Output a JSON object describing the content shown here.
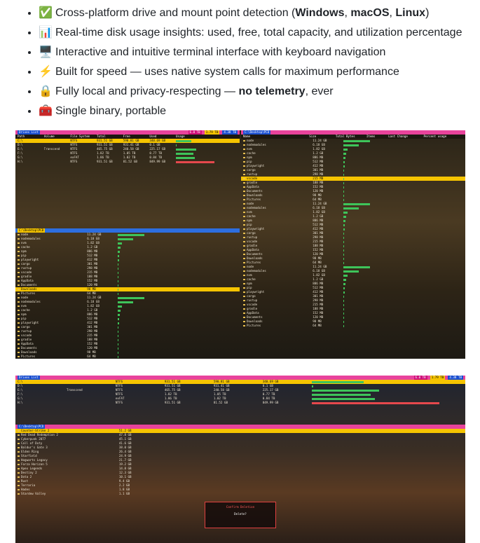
{
  "features": [
    {
      "emoji": "✅",
      "icon": "check-mark-icon",
      "parts": [
        {
          "t": "Cross-platform drive and mount point detection (",
          "b": false
        },
        {
          "t": "Windows",
          "b": true
        },
        {
          "t": ", ",
          "b": false
        },
        {
          "t": "macOS",
          "b": true
        },
        {
          "t": ", ",
          "b": false
        },
        {
          "t": "Linux",
          "b": true
        },
        {
          "t": ")",
          "b": false
        }
      ]
    },
    {
      "emoji": "📊",
      "icon": "bar-chart-icon",
      "parts": [
        {
          "t": "Real-time disk usage insights: used, free, total capacity, and utilization percentage",
          "b": false
        }
      ]
    },
    {
      "emoji": "🖥️",
      "icon": "desktop-computer-icon",
      "parts": [
        {
          "t": "Interactive and intuitive terminal interface with keyboard navigation",
          "b": false
        }
      ]
    },
    {
      "emoji": "⚡",
      "icon": "lightning-icon",
      "parts": [
        {
          "t": "Built for speed — uses native system calls for maximum performance",
          "b": false
        }
      ]
    },
    {
      "emoji": "🔒",
      "icon": "lock-icon",
      "parts": [
        {
          "t": "Fully local and privacy-respecting — ",
          "b": false
        },
        {
          "t": "no telemetry",
          "b": true
        },
        {
          "t": ", ever",
          "b": false
        }
      ]
    },
    {
      "emoji": "🧰",
      "icon": "toolbox-icon",
      "parts": [
        {
          "t": "Single binary, portable",
          "b": false
        }
      ]
    }
  ],
  "screenshot1": {
    "left_bar": "Drives List",
    "right_bar": "C:\\Desktop\\PCD",
    "status": [
      "6.0 TB",
      "1.79 TB",
      "4.38 TB"
    ],
    "drive_cols": [
      "Path",
      "Volume",
      "File System",
      "Total",
      "Free",
      "Used",
      "Usage"
    ],
    "drives": [
      {
        "path": "C:\\",
        "name": "",
        "fs": "NTFS",
        "total": "931.51 GB",
        "free": "590.81 GB",
        "used": "340.69 GB",
        "pct": 0.37
      },
      {
        "path": "D:\\",
        "name": "",
        "fs": "NTFS",
        "total": "931.51 GB",
        "free": "931.41 GB",
        "used": "0.1 GB",
        "pct": 0.01
      },
      {
        "path": "E:\\",
        "name": "Transcend",
        "fs": "NTFS",
        "total": "465.75 GB",
        "free": "240.58 GB",
        "used": "225.17 GB",
        "pct": 0.48
      },
      {
        "path": "F:\\",
        "name": "",
        "fs": "NTFS",
        "total": "1.82 TB",
        "free": "1.05 TB",
        "used": "0.77 TB",
        "pct": 0.42
      },
      {
        "path": "G:\\",
        "name": "",
        "fs": "exFAT",
        "total": "1.86 TB",
        "free": "1.02 TB",
        "used": "0.84 TB",
        "pct": 0.45
      },
      {
        "path": "H:\\",
        "name": "",
        "fs": "NTFS",
        "total": "931.51 GB",
        "free": "81.52 GB",
        "used": "849.99 GB",
        "pct": 0.91
      }
    ],
    "folder_cols": [
      "Name",
      "Size",
      "Total Bytes",
      "Items",
      "Last Change",
      "Percent usage"
    ],
    "folders": [
      {
        "name": "node",
        "size": "11.24 GB",
        "pct": 0.48
      },
      {
        "name": "nodemodules",
        "size": "6.18 GB",
        "pct": 0.27
      },
      {
        "name": "nvm",
        "size": "1.82 GB",
        "pct": 0.08
      },
      {
        "name": "cache",
        "size": "1.2 GB",
        "pct": 0.05
      },
      {
        "name": "npm",
        "size": "886 MB",
        "pct": 0.04
      },
      {
        "name": "pip",
        "size": "512 MB",
        "pct": 0.02
      },
      {
        "name": "playwright",
        "size": "412 MB",
        "pct": 0.02
      },
      {
        "name": "cargo",
        "size": "301 MB",
        "pct": 0.01
      },
      {
        "name": "rustup",
        "size": "298 MB",
        "pct": 0.01
      },
      {
        "name": "vscode",
        "size": "215 MB",
        "pct": 0.01
      },
      {
        "name": "gradle",
        "size": "188 MB",
        "pct": 0.01
      },
      {
        "name": "AppData",
        "size": "152 MB",
        "pct": 0.01
      },
      {
        "name": "Documents",
        "size": "120 MB",
        "pct": 0.01
      },
      {
        "name": "Downloads",
        "size": "98 MB",
        "pct": 0.01
      },
      {
        "name": "Pictures",
        "size": "64 MB",
        "pct": 0.01
      }
    ]
  },
  "screenshot2": {
    "left_bar": "Drives List",
    "right_bar": "C:\\Desktop\\PCD",
    "status": [
      "6.0 TB",
      "1.79 TB",
      "4.38 TB"
    ],
    "dialog_title": "Confirm Deletion",
    "dialog_text": "Delete?",
    "games": [
      {
        "name": "Counter-Strike 2",
        "size": "51.2 GB"
      },
      {
        "name": "Red Dead Redemption 2",
        "size": "47.8 GB"
      },
      {
        "name": "Cyberpunk 2077",
        "size": "45.1 GB"
      },
      {
        "name": "Call of Duty",
        "size": "41.6 GB"
      },
      {
        "name": "Baldur's Gate 3",
        "size": "38.0 GB"
      },
      {
        "name": "Elden Ring",
        "size": "26.4 GB"
      },
      {
        "name": "Starfield",
        "size": "24.9 GB"
      },
      {
        "name": "Hogwarts Legacy",
        "size": "21.7 GB"
      },
      {
        "name": "Forza Horizon 5",
        "size": "19.2 GB"
      },
      {
        "name": "Apex Legends",
        "size": "14.8 GB"
      },
      {
        "name": "Destiny 2",
        "size": "12.3 GB"
      },
      {
        "name": "Dota 2",
        "size": "10.1 GB"
      },
      {
        "name": "Rust",
        "size": "9.4 GB"
      },
      {
        "name": "Terraria",
        "size": "2.2 GB"
      },
      {
        "name": "Hades",
        "size": "1.8 GB"
      },
      {
        "name": "Stardew Valley",
        "size": "1.1 GB"
      }
    ]
  }
}
